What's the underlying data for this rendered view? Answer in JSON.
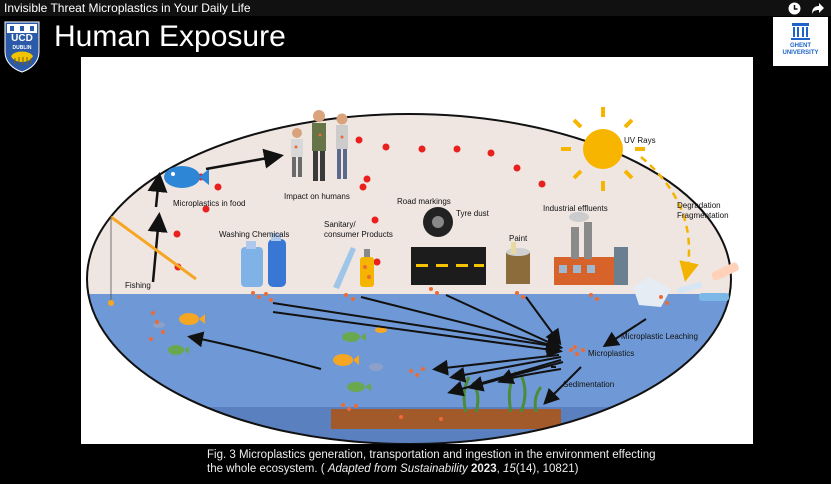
{
  "video": {
    "title": "Invisible Threat Microplastics in Your Daily Life",
    "clock_icon": "clock-icon",
    "share_icon": "share-icon"
  },
  "slide": {
    "title": "Human Exposure",
    "left_logo": {
      "icon": "ucd-crest-icon",
      "text_line1": "UCD",
      "text_line2": "DUBLIN"
    },
    "right_logo": {
      "icon": "ghent-university-logo",
      "text_line1": "GHENT",
      "text_line2": "UNIVERSITY"
    }
  },
  "figure": {
    "labels": {
      "uv_rays": "UV Rays",
      "degradation": "Degradation",
      "fragmentation": "Fragmentation",
      "impact_on_humans": "Impact on humans",
      "microplastics_in_food": "Microplastics in food",
      "road_markings": "Road markings",
      "tyre_dust": "Tyre dust",
      "industrial_effluents": "Industrial effluents",
      "washing_chemicals": "Washing Chemicals",
      "sanitary_line1": "Sanitary/",
      "sanitary_line2": "consumer Products",
      "paint": "Paint",
      "fishing": "Fishing",
      "microplastic_leaching": "Microplastic Leaching",
      "microplastics": "Microplastics",
      "sedimentation": "Sedimentation"
    },
    "colors": {
      "water": "#6f99d6",
      "sky": "#efe6e2",
      "sun": "#f7b500",
      "dots": "#e8201e",
      "particles": "#ef6a32"
    }
  },
  "caption": {
    "line1": "Fig. 3  Microplastics generation, transportation and ingestion in the environment effecting",
    "line2_prefix": "the whole ecosystem. ( ",
    "line2_source": "Adapted from Sustainability",
    "line2_year": "2023",
    "line2_volume": "15",
    "line2_rest": "(14), 10821)"
  }
}
